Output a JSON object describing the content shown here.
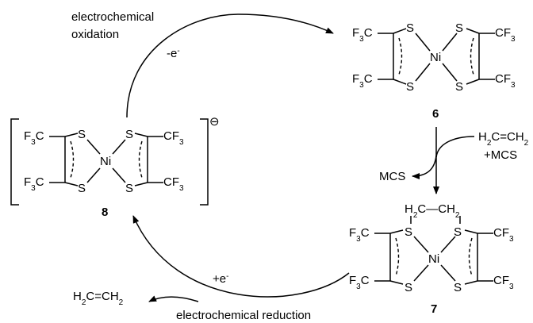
{
  "labels": {
    "top_arrow": [
      "electrochemical",
      "oxidation"
    ],
    "top_electron": "-e",
    "bottom_arrow": "electrochemical reduction",
    "bottom_electron": "+e",
    "electron_superscript": "-",
    "reagent_line1": "H2C=CH2",
    "reagent_line2": "+MCS",
    "byproduct_mcs": "MCS",
    "ethylene_product": "H2C=CH2",
    "bridge_ch2": "H2C—CH2",
    "charge_symbol": "⊖"
  },
  "compounds": [
    {
      "id": "6",
      "label": "6"
    },
    {
      "id": "7",
      "label": "7"
    },
    {
      "id": "8",
      "label": "8"
    }
  ],
  "atoms": {
    "f3c": "F3C",
    "cf3": "CF3",
    "s": "S",
    "ni": "Ni",
    "subscript_3": "3"
  }
}
